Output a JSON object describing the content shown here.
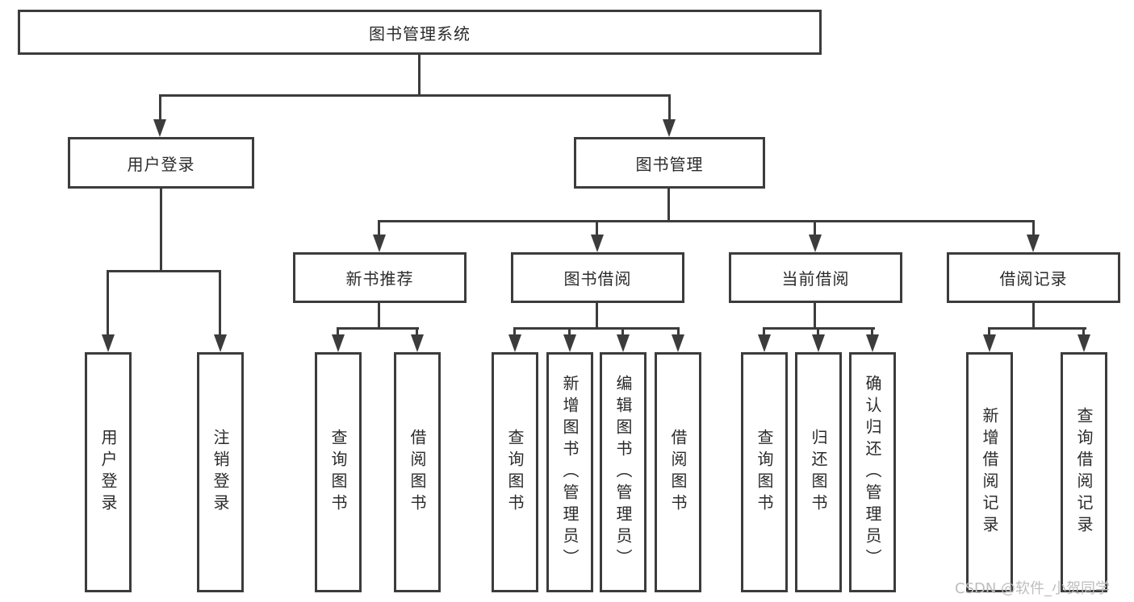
{
  "diagram_type": "hierarchy-tree",
  "colors": {
    "line": "#3c3c3c",
    "border": "#3c3c3c",
    "text": "#2b2b2b",
    "background": "#ffffff",
    "watermark": "#bdbdbd"
  },
  "watermark": {
    "text": "CSDN @软件_小贺同学"
  },
  "tree": {
    "label": "图书管理系统",
    "children": [
      {
        "label": "用户登录",
        "children": [
          {
            "label": "用户登录"
          },
          {
            "label": "注销登录"
          }
        ]
      },
      {
        "label": "图书管理",
        "children": [
          {
            "label": "新书推荐",
            "children": [
              {
                "label": "查询图书"
              },
              {
                "label": "借阅图书"
              }
            ]
          },
          {
            "label": "图书借阅",
            "children": [
              {
                "label": "查询图书"
              },
              {
                "label": "新增图书（管理员）"
              },
              {
                "label": "编辑图书（管理员）"
              },
              {
                "label": "借阅图书"
              }
            ]
          },
          {
            "label": "当前借阅",
            "children": [
              {
                "label": "查询图书"
              },
              {
                "label": "归还图书"
              },
              {
                "label": "确认归还（管理员）"
              }
            ]
          },
          {
            "label": "借阅记录",
            "children": [
              {
                "label": "新增借阅记录"
              },
              {
                "label": "查询借阅记录"
              }
            ]
          }
        ]
      }
    ]
  }
}
